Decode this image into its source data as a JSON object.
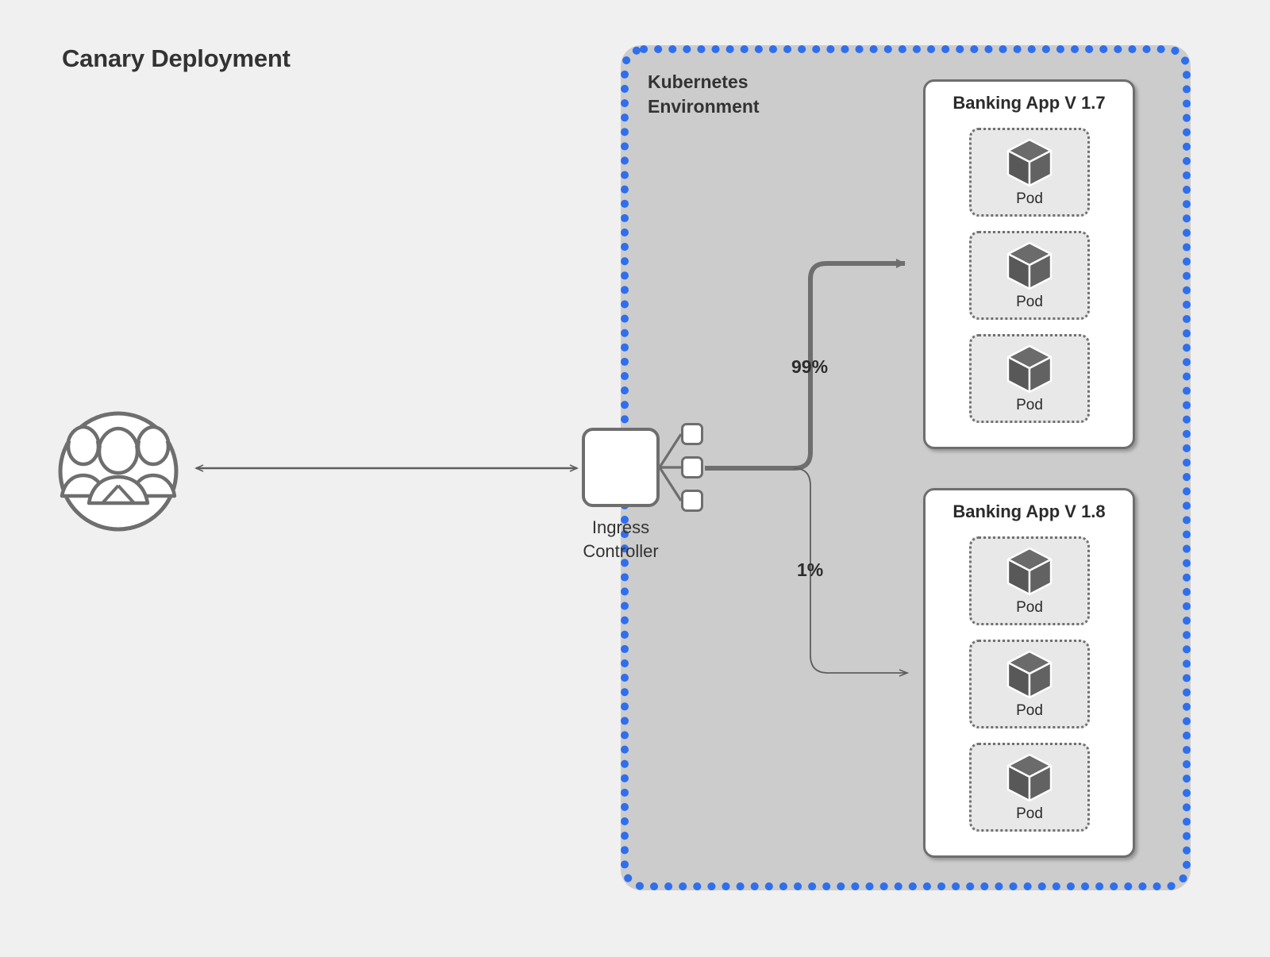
{
  "page": {
    "title": "Canary Deployment",
    "background_color": "#f0f0f0"
  },
  "environment": {
    "label": "Kubernetes\nEnvironment",
    "background_color": "#cccccc",
    "border_color": "#2f6fed",
    "border_style": "dotted"
  },
  "client": {
    "icon": "users-group-icon",
    "label": ""
  },
  "ingress": {
    "label": "Ingress\nController",
    "icon": "ingress-controller-icon",
    "ports": [
      "port-1",
      "port-2",
      "port-3"
    ]
  },
  "traffic": {
    "primary": {
      "percent": "99%",
      "target": "Banking App V 1.7",
      "weight": "thick"
    },
    "canary": {
      "percent": "1%",
      "target": "Banking App V 1.8",
      "weight": "thin"
    },
    "client_link": {
      "label": "",
      "direction": "bidirectional"
    }
  },
  "apps": [
    {
      "id": "app-v17",
      "title": "Banking App V 1.7",
      "pods": [
        {
          "label": "Pod",
          "icon": "cube-icon"
        },
        {
          "label": "Pod",
          "icon": "cube-icon"
        },
        {
          "label": "Pod",
          "icon": "cube-icon"
        }
      ]
    },
    {
      "id": "app-v18",
      "title": "Banking App V 1.8",
      "pods": [
        {
          "label": "Pod",
          "icon": "cube-icon"
        },
        {
          "label": "Pod",
          "icon": "cube-icon"
        },
        {
          "label": "Pod",
          "icon": "cube-icon"
        }
      ]
    }
  ],
  "colors": {
    "accent_blue": "#2f6fed",
    "line_gray": "#6e6e6e",
    "cube_dark": "#585858",
    "cube_light": "#6b6b6b",
    "panel_gray": "#cccccc",
    "pod_fill": "#e8e8e8",
    "text_dark": "#333333"
  }
}
